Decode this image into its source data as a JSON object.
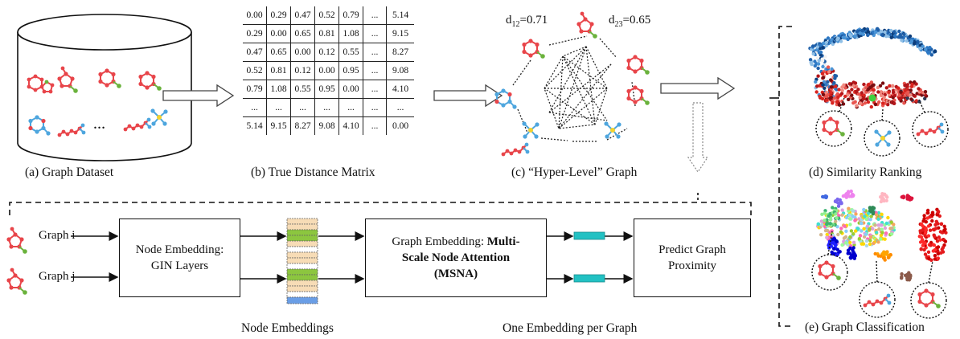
{
  "captions": {
    "a": "(a) Graph Dataset",
    "b": "(b) True Distance Matrix",
    "c": "(c) “Hyper-Level” Graph",
    "d": "(d) Similarity Ranking",
    "e": "(e) Graph Classification",
    "node_embeddings": "Node Embeddings",
    "one_embedding": "One Embedding per Graph"
  },
  "dataset": {
    "ellipsis": "…"
  },
  "matrix": {
    "rows": [
      [
        "0.00",
        "0.29",
        "0.47",
        "0.52",
        "0.79",
        "...",
        "5.14"
      ],
      [
        "0.29",
        "0.00",
        "0.65",
        "0.81",
        "1.08",
        "...",
        "9.15"
      ],
      [
        "0.47",
        "0.65",
        "0.00",
        "0.12",
        "0.55",
        "...",
        "8.27"
      ],
      [
        "0.52",
        "0.81",
        "0.12",
        "0.00",
        "0.95",
        "...",
        "9.08"
      ],
      [
        "0.79",
        "1.08",
        "0.55",
        "0.95",
        "0.00",
        "...",
        "4.10"
      ],
      [
        "...",
        "...",
        "...",
        "...",
        "...",
        "...",
        "..."
      ],
      [
        "5.14",
        "9.15",
        "8.27",
        "9.08",
        "4.10",
        "...",
        "0.00"
      ]
    ]
  },
  "hyper": {
    "d12_label": "d",
    "d12_sub": "12",
    "d12_value": "=0.71",
    "d23_label": "d",
    "d23_sub": "23",
    "d23_value": "=0.65"
  },
  "pipeline": {
    "graph_i": "Graph i",
    "graph_j": "Graph j",
    "node_embedding_line1": "Node Embedding:",
    "node_embedding_line2": "GIN Layers",
    "graph_embedding_prefix": "Graph Embedding: ",
    "graph_embedding_bold1": "Multi-",
    "graph_embedding_bold2": "Scale Node Attention",
    "graph_embedding_bold3": "(MSNA)",
    "predict_line1": "Predict Graph",
    "predict_line2": "Proximity"
  },
  "colors": {
    "atom_red": "#e8454a",
    "atom_green": "#6ab23c",
    "atom_blue": "#4ea6de",
    "atom_yellow": "#f2d22e",
    "embed_green": "#8cc63f",
    "embed_peach": "#f7dcb6",
    "embed_blue": "#6a9ee6",
    "graph_vec": "#22c1c3",
    "scatter_red": "#d9241f",
    "scatter_blue": "#1f5fa8"
  }
}
